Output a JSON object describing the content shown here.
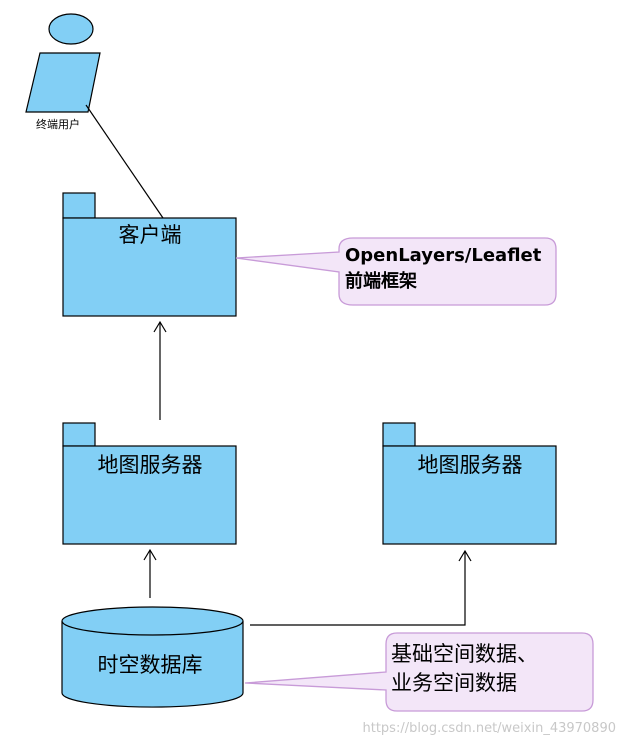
{
  "actor": {
    "label": "终端用户"
  },
  "client": {
    "label": "客户端"
  },
  "client_note": {
    "line1": "OpenLayers/Leaflet",
    "line2": "前端框架"
  },
  "map_server_left": {
    "label": "地图服务器"
  },
  "map_server_right": {
    "label": "地图服务器"
  },
  "database": {
    "label": "时空数据库"
  },
  "db_note": {
    "line1": "基础空间数据、",
    "line2": "业务空间数据"
  },
  "watermark": "https://blog.csdn.net/weixin_43970890",
  "colors": {
    "package": "#82cff5",
    "note": "#f3e6f8",
    "note_border": "#c89bd8"
  }
}
